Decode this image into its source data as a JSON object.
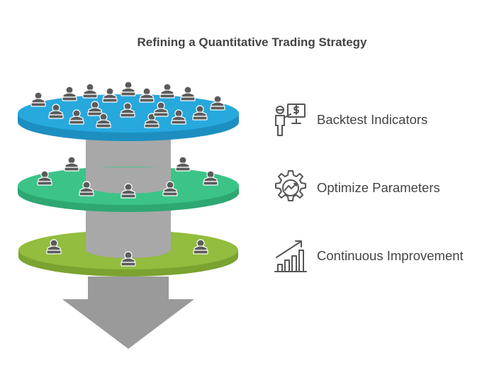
{
  "title": "Refining a Quantitative Trading Strategy",
  "colors": {
    "layer_top": "#27a9dd",
    "layer_top_side": "#1c8fc0",
    "layer_middle": "#3cc488",
    "layer_middle_side": "#2ea772",
    "layer_bottom": "#92bd3e",
    "layer_bottom_side": "#7aa32f",
    "pillar": "#a8a8a8",
    "arrow": "#9a9a9a",
    "person": "#5b5b5b",
    "text": "#444444"
  },
  "steps": [
    {
      "label": "Backtest Indicators",
      "icon": "presenter-screen-dollar-icon"
    },
    {
      "label": "Optimize Parameters",
      "icon": "gear-trend-icon"
    },
    {
      "label": "Continuous Improvement",
      "icon": "bar-chart-growth-icon"
    }
  ]
}
